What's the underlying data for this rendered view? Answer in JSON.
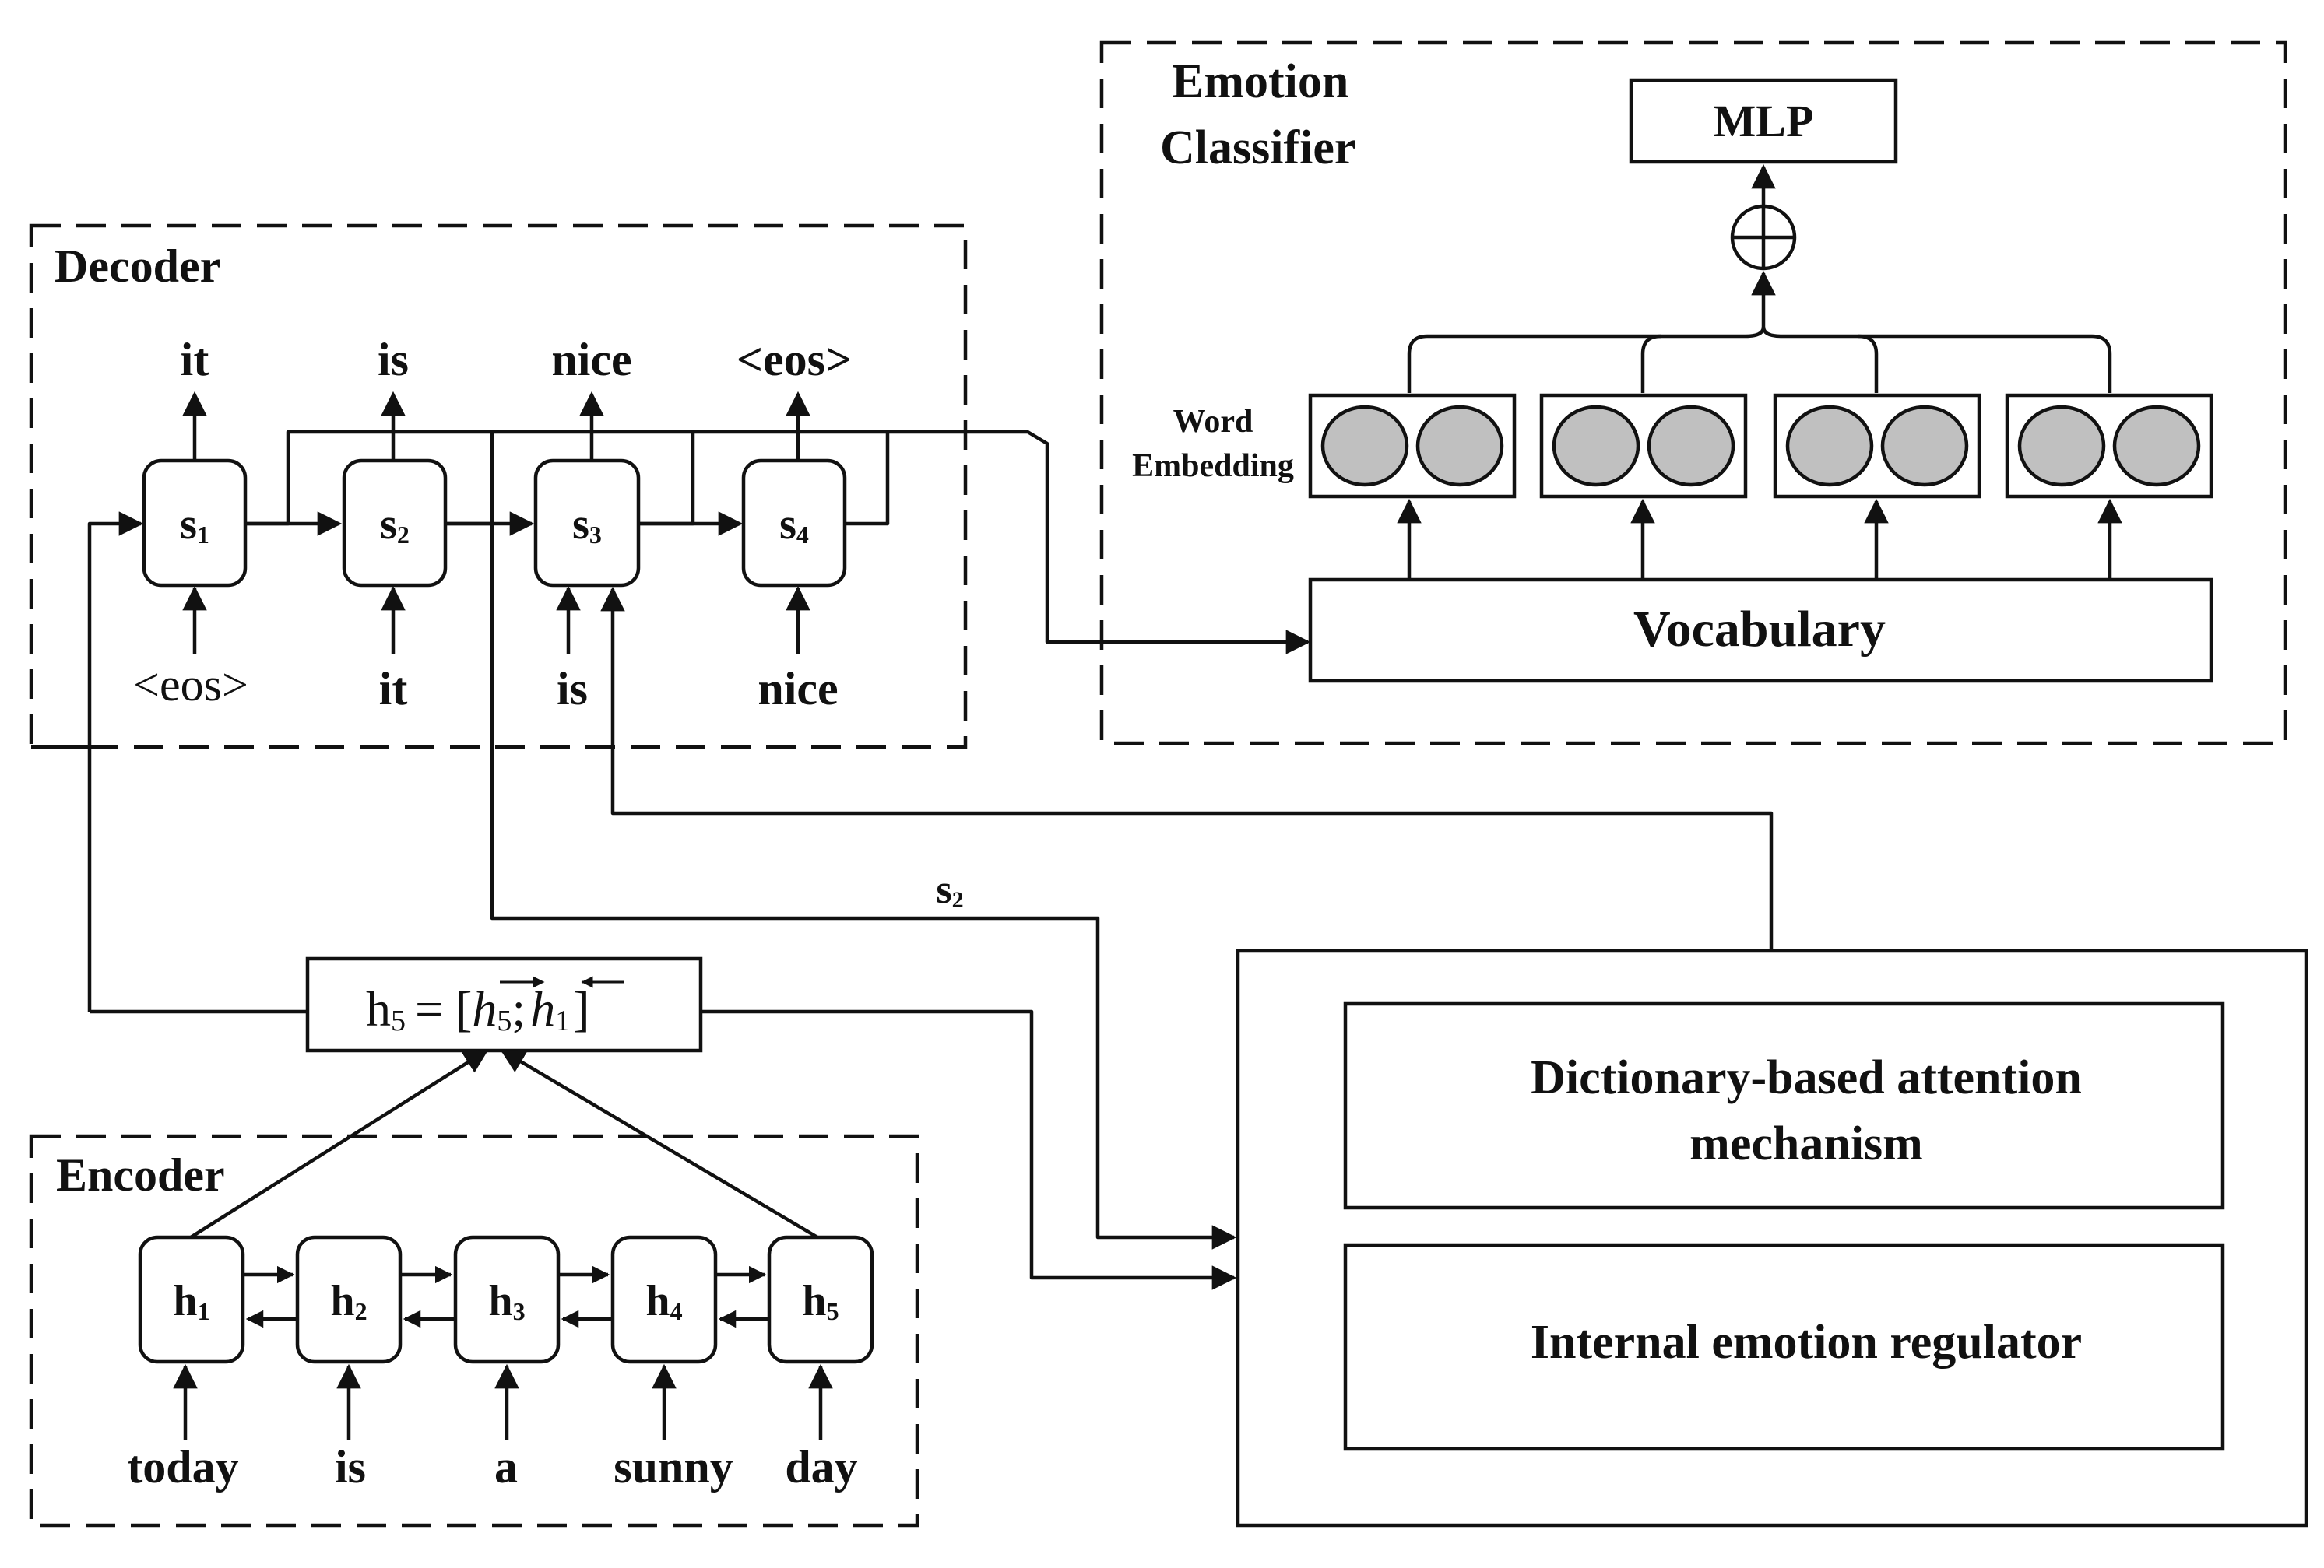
{
  "decoder": {
    "title": "Decoder",
    "cells": [
      {
        "name": "s",
        "sub": "1",
        "output": "it",
        "input": "<eos>"
      },
      {
        "name": "s",
        "sub": "2",
        "output": "is",
        "input": "it"
      },
      {
        "name": "s",
        "sub": "3",
        "output": "nice",
        "input": "is"
      },
      {
        "name": "s",
        "sub": "4",
        "output": "<eos>",
        "input": "nice"
      }
    ]
  },
  "encoder": {
    "title": "Encoder",
    "cells": [
      {
        "name": "h",
        "sub": "1",
        "input": "today"
      },
      {
        "name": "h",
        "sub": "2",
        "input": "is"
      },
      {
        "name": "h",
        "sub": "3",
        "input": "a"
      },
      {
        "name": "h",
        "sub": "4",
        "input": "sunny"
      },
      {
        "name": "h",
        "sub": "5",
        "input": "day"
      }
    ]
  },
  "concat": {
    "lhs": "h",
    "lhs_sub": "5",
    "eq": "= [",
    "fwd": "h",
    "fwd_sub": "5",
    "sep": ";",
    "bwd": "h",
    "bwd_sub": "1",
    "close": "]"
  },
  "s2_label": {
    "name": "s",
    "sub": "2"
  },
  "emotion_classifier": {
    "title_line1": "Emotion",
    "title_line2": "Classifier",
    "mlp": "MLP",
    "plus": "⊕",
    "word_embedding_line1": "Word",
    "word_embedding_line2": "Embedding",
    "vocabulary": "Vocabulary"
  },
  "modules": {
    "attention_line1": "Dictionary-based attention",
    "attention_line2": "mechanism",
    "regulator": "Internal emotion regulator"
  }
}
